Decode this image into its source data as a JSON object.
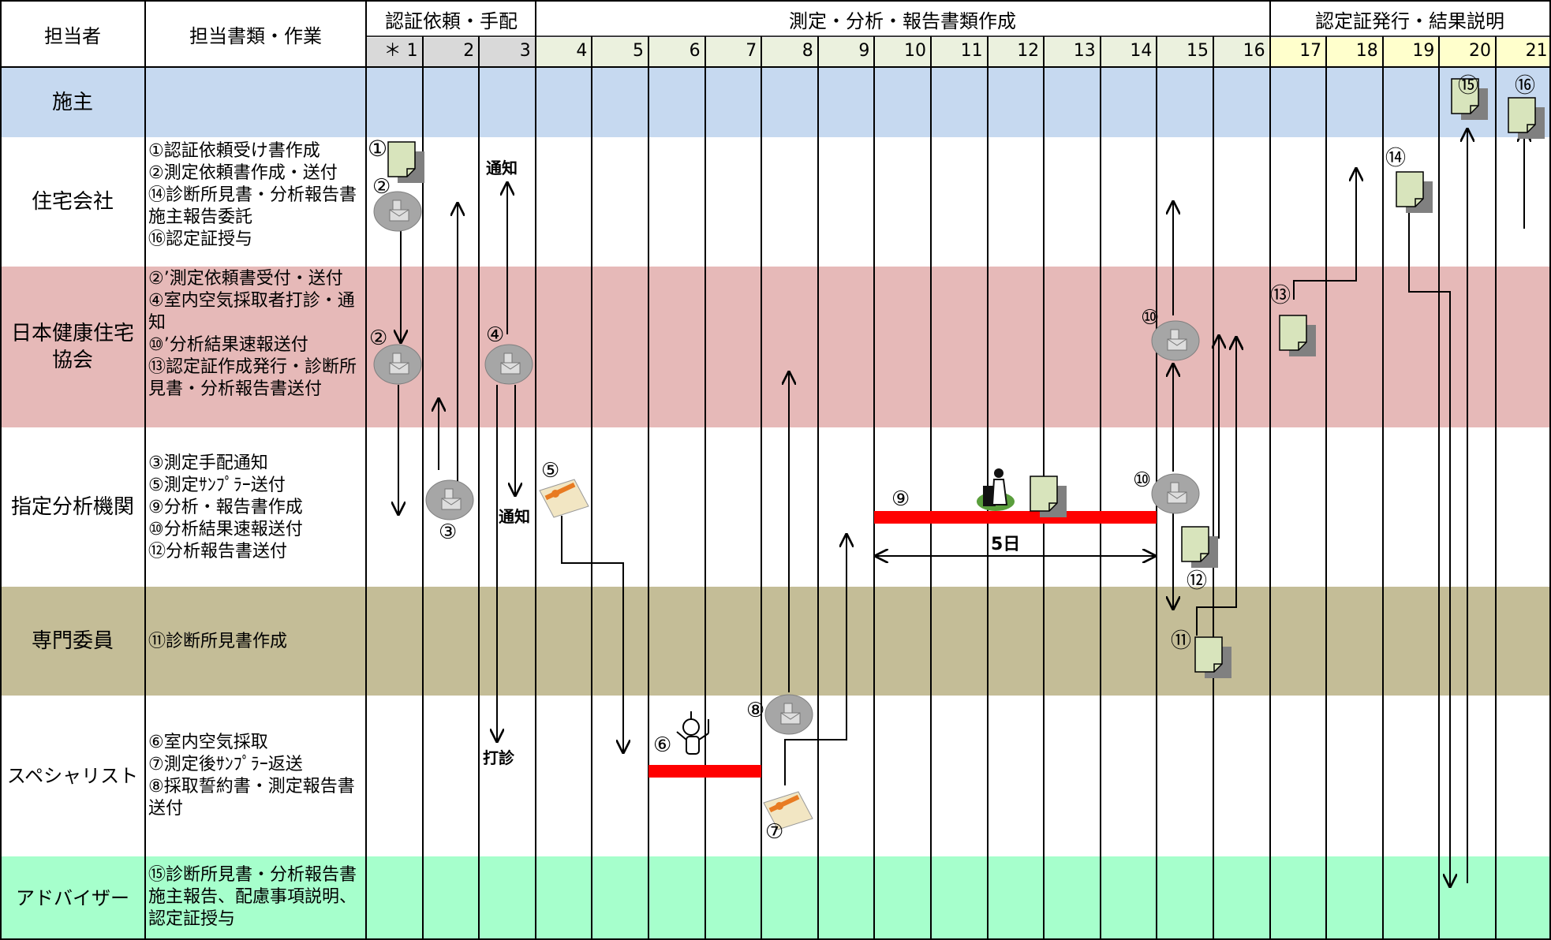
{
  "header": {
    "col_person": "担当者",
    "col_docs": "担当書類・作業",
    "phase1": "認証依頼・手配",
    "phase2": "測定・分析・報告書類作成",
    "phase3": "認定証発行・結果説明",
    "days": [
      "＊ 1",
      "2",
      "3",
      "4",
      "5",
      "6",
      "7",
      "8",
      "9",
      "10",
      "11",
      "12",
      "13",
      "14",
      "15",
      "16",
      "17",
      "18",
      "19",
      "20",
      "21"
    ]
  },
  "rows": [
    {
      "role": "施主",
      "tasks": [],
      "color": "#c6d9f0"
    },
    {
      "role": "住宅会社",
      "tasks": [
        "①認証依頼受け書作成",
        "②測定依頼書作成・送付",
        "⑭診断所見書・分析報告書施主報告委託",
        "⑯認定証授与"
      ],
      "color": "#ffffff"
    },
    {
      "role": "日本健康住宅協会",
      "tasks": [
        "②’測定依頼書受付・送付",
        "④室内空気採取者打診・通知",
        "⑩’分析結果速報送付",
        "⑬認定証作成発行・診断所見書・分析報告書送付"
      ],
      "color": "#e6b9b8"
    },
    {
      "role": "指定分析機関",
      "tasks": [
        "③測定手配通知",
        "⑤測定ｻﾝﾌﾟﾗｰ送付",
        "⑨分析・報告書作成",
        "⑩分析結果速報送付",
        "⑫分析報告書送付"
      ],
      "color": "#ffffff"
    },
    {
      "role": "専門委員",
      "tasks": [
        "⑪診断所見書作成"
      ],
      "color": "#c4bd97"
    },
    {
      "role": "スペシャリスト",
      "tasks": [
        "⑥室内空気採取",
        "⑦測定後ｻﾝﾌﾟﾗｰ返送",
        "⑧採取誓約書・測定報告書送付"
      ],
      "color": "#ffffff"
    },
    {
      "role": "アドバイザー",
      "tasks": [
        "⑮診断所見書・分析報告書施主報告、配慮事項説明、認定証授与"
      ],
      "color": "#a6ffcc"
    }
  ],
  "labels": {
    "m1": "①",
    "m2a": "②",
    "m2b": "②",
    "m3": "③",
    "m4": "④",
    "m5": "⑤",
    "m6": "⑥",
    "m7": "⑦",
    "m8": "⑧",
    "m9": "⑨",
    "m10": "⑩",
    "m10b": "⑩",
    "m11": "⑪",
    "m12": "⑫",
    "m13": "⑬",
    "m14": "⑭",
    "m15": "⑮",
    "m16": "⑯",
    "tsuchi1": "通知",
    "tsuchi2": "通知",
    "dashin": "打診",
    "duration": "5日"
  },
  "colors": {
    "header_bg": "#ebf1de",
    "day_pale": "#ffffcc",
    "gray_head": "#d9d9d9",
    "doc_fill": "#d8e4bc",
    "bar": "#ff0000"
  }
}
